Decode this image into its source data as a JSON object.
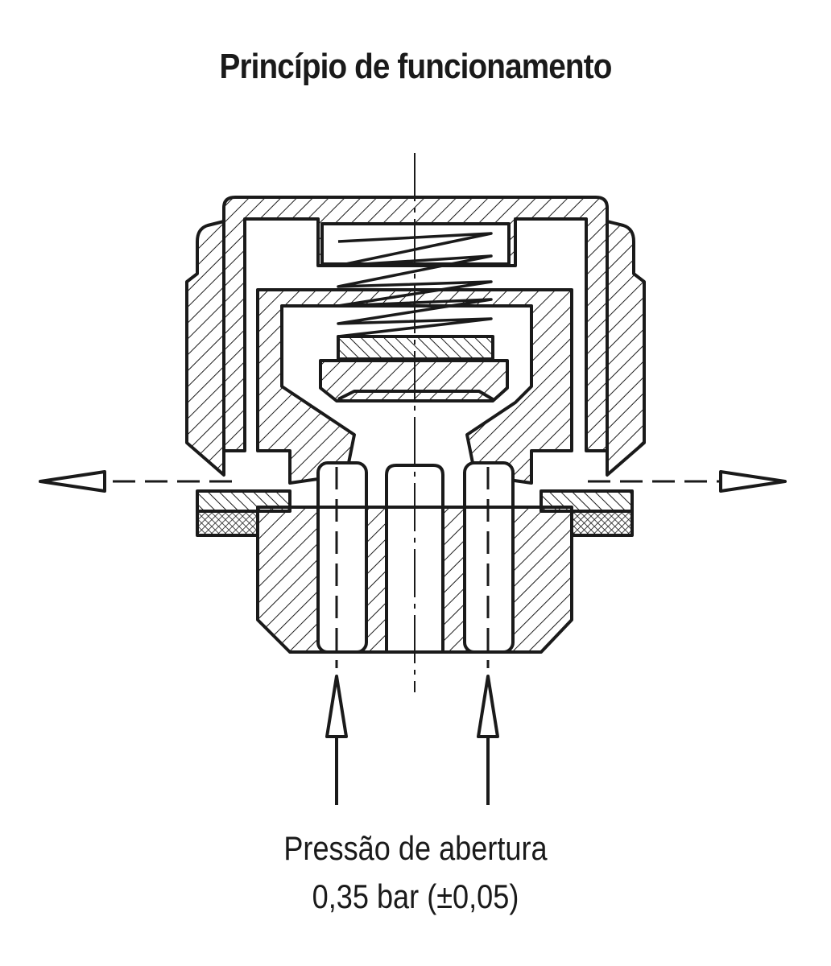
{
  "title": "Princípio de funcionamento",
  "caption": {
    "line1": "Pressão de abertura",
    "line2": "0,35 bar (±0,05)"
  },
  "colors": {
    "ink": "#1a1a1a",
    "background": "#ffffff"
  }
}
